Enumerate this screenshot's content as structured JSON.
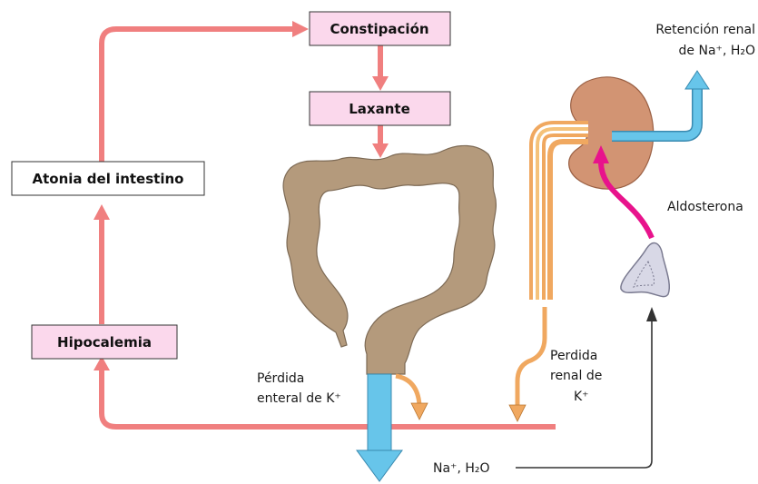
{
  "boxes": {
    "constipation": "Constipación",
    "laxative": "Laxante",
    "atony": "Atonia del intestino",
    "hypokalemia": "Hipocalemia"
  },
  "labels": {
    "renal_retention_1": "Retención renal",
    "renal_retention_2": "de Na⁺, H₂O",
    "aldosterone": "Aldosterona",
    "renal_loss_1": "Perdida",
    "renal_loss_2": "renal de",
    "renal_loss_3": "K⁺",
    "enteral_loss_1": "Pérdida",
    "enteral_loss_2": "enteral de K⁺",
    "sodium_water": "Na⁺, H₂O"
  },
  "colors": {
    "salmon_arrow": "#f07f7f",
    "box_fill": "#fbd8ec",
    "colon": "#b49a7c",
    "kidney": "#d29473",
    "blue_arrow": "#67c5ea",
    "orange_arrow": "#f0a860",
    "magenta_arrow": "#e8138c",
    "adrenal": "#d8d8e6"
  }
}
